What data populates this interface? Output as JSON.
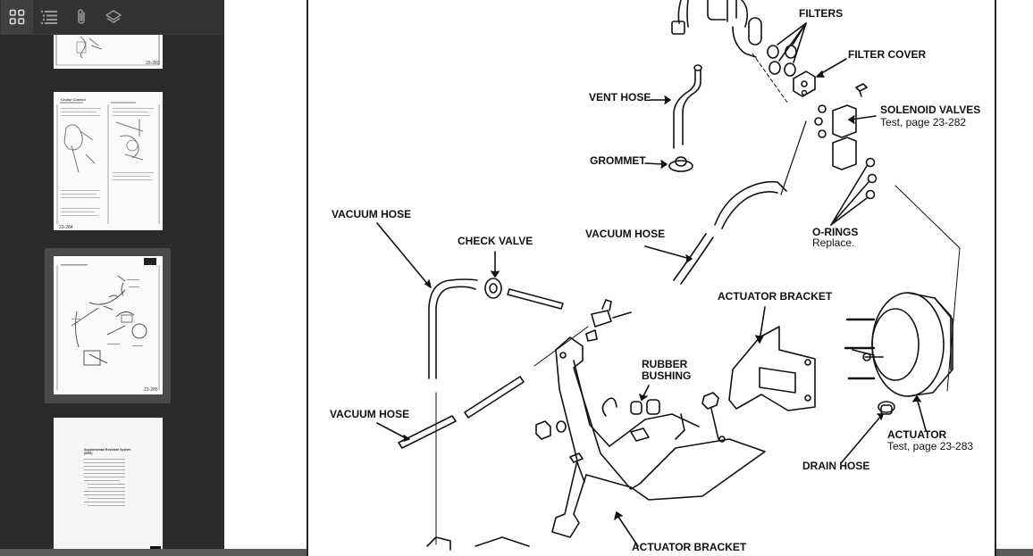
{
  "sidebar": {
    "toolbar": [
      {
        "icon": "thumbnails-icon",
        "active": true
      },
      {
        "icon": "outline-icon",
        "active": false
      },
      {
        "icon": "attachments-icon",
        "active": false
      },
      {
        "icon": "layers-icon",
        "active": false
      }
    ],
    "thumbnails": [
      {
        "page_number": "23-283"
      },
      {
        "title": "Cruise Control",
        "page_number": "23-284"
      },
      {
        "page_number": "23-285"
      },
      {
        "title": "Supplemental Restraint System (SRS)"
      }
    ]
  },
  "diagram": {
    "labels": {
      "filters": "FILTERS",
      "filter_cover": "FILTER COVER",
      "solenoid_valves": "SOLENOID VALVES",
      "solenoid_test": "Test, page 23-282",
      "vent_hose": "VENT HOSE",
      "grommet": "GROMMET",
      "vacuum_hose_1": "VACUUM HOSE",
      "check_valve": "CHECK VALVE",
      "vacuum_hose_2": "VACUUM HOSE",
      "o_rings": "O-RINGS",
      "o_rings_note": "Replace.",
      "actuator_bracket": "ACTUATOR BRACKET",
      "rubber_bushing_1": "RUBBER",
      "rubber_bushing_2": "BUSHING",
      "vacuum_hose_3": "VACUUM HOSE",
      "actuator": "ACTUATOR",
      "actuator_test": "Test, page 23-283",
      "drain_hose": "DRAIN HOSE",
      "actuator_bracket_bottom": "ACTUATOR BRACKET"
    }
  }
}
